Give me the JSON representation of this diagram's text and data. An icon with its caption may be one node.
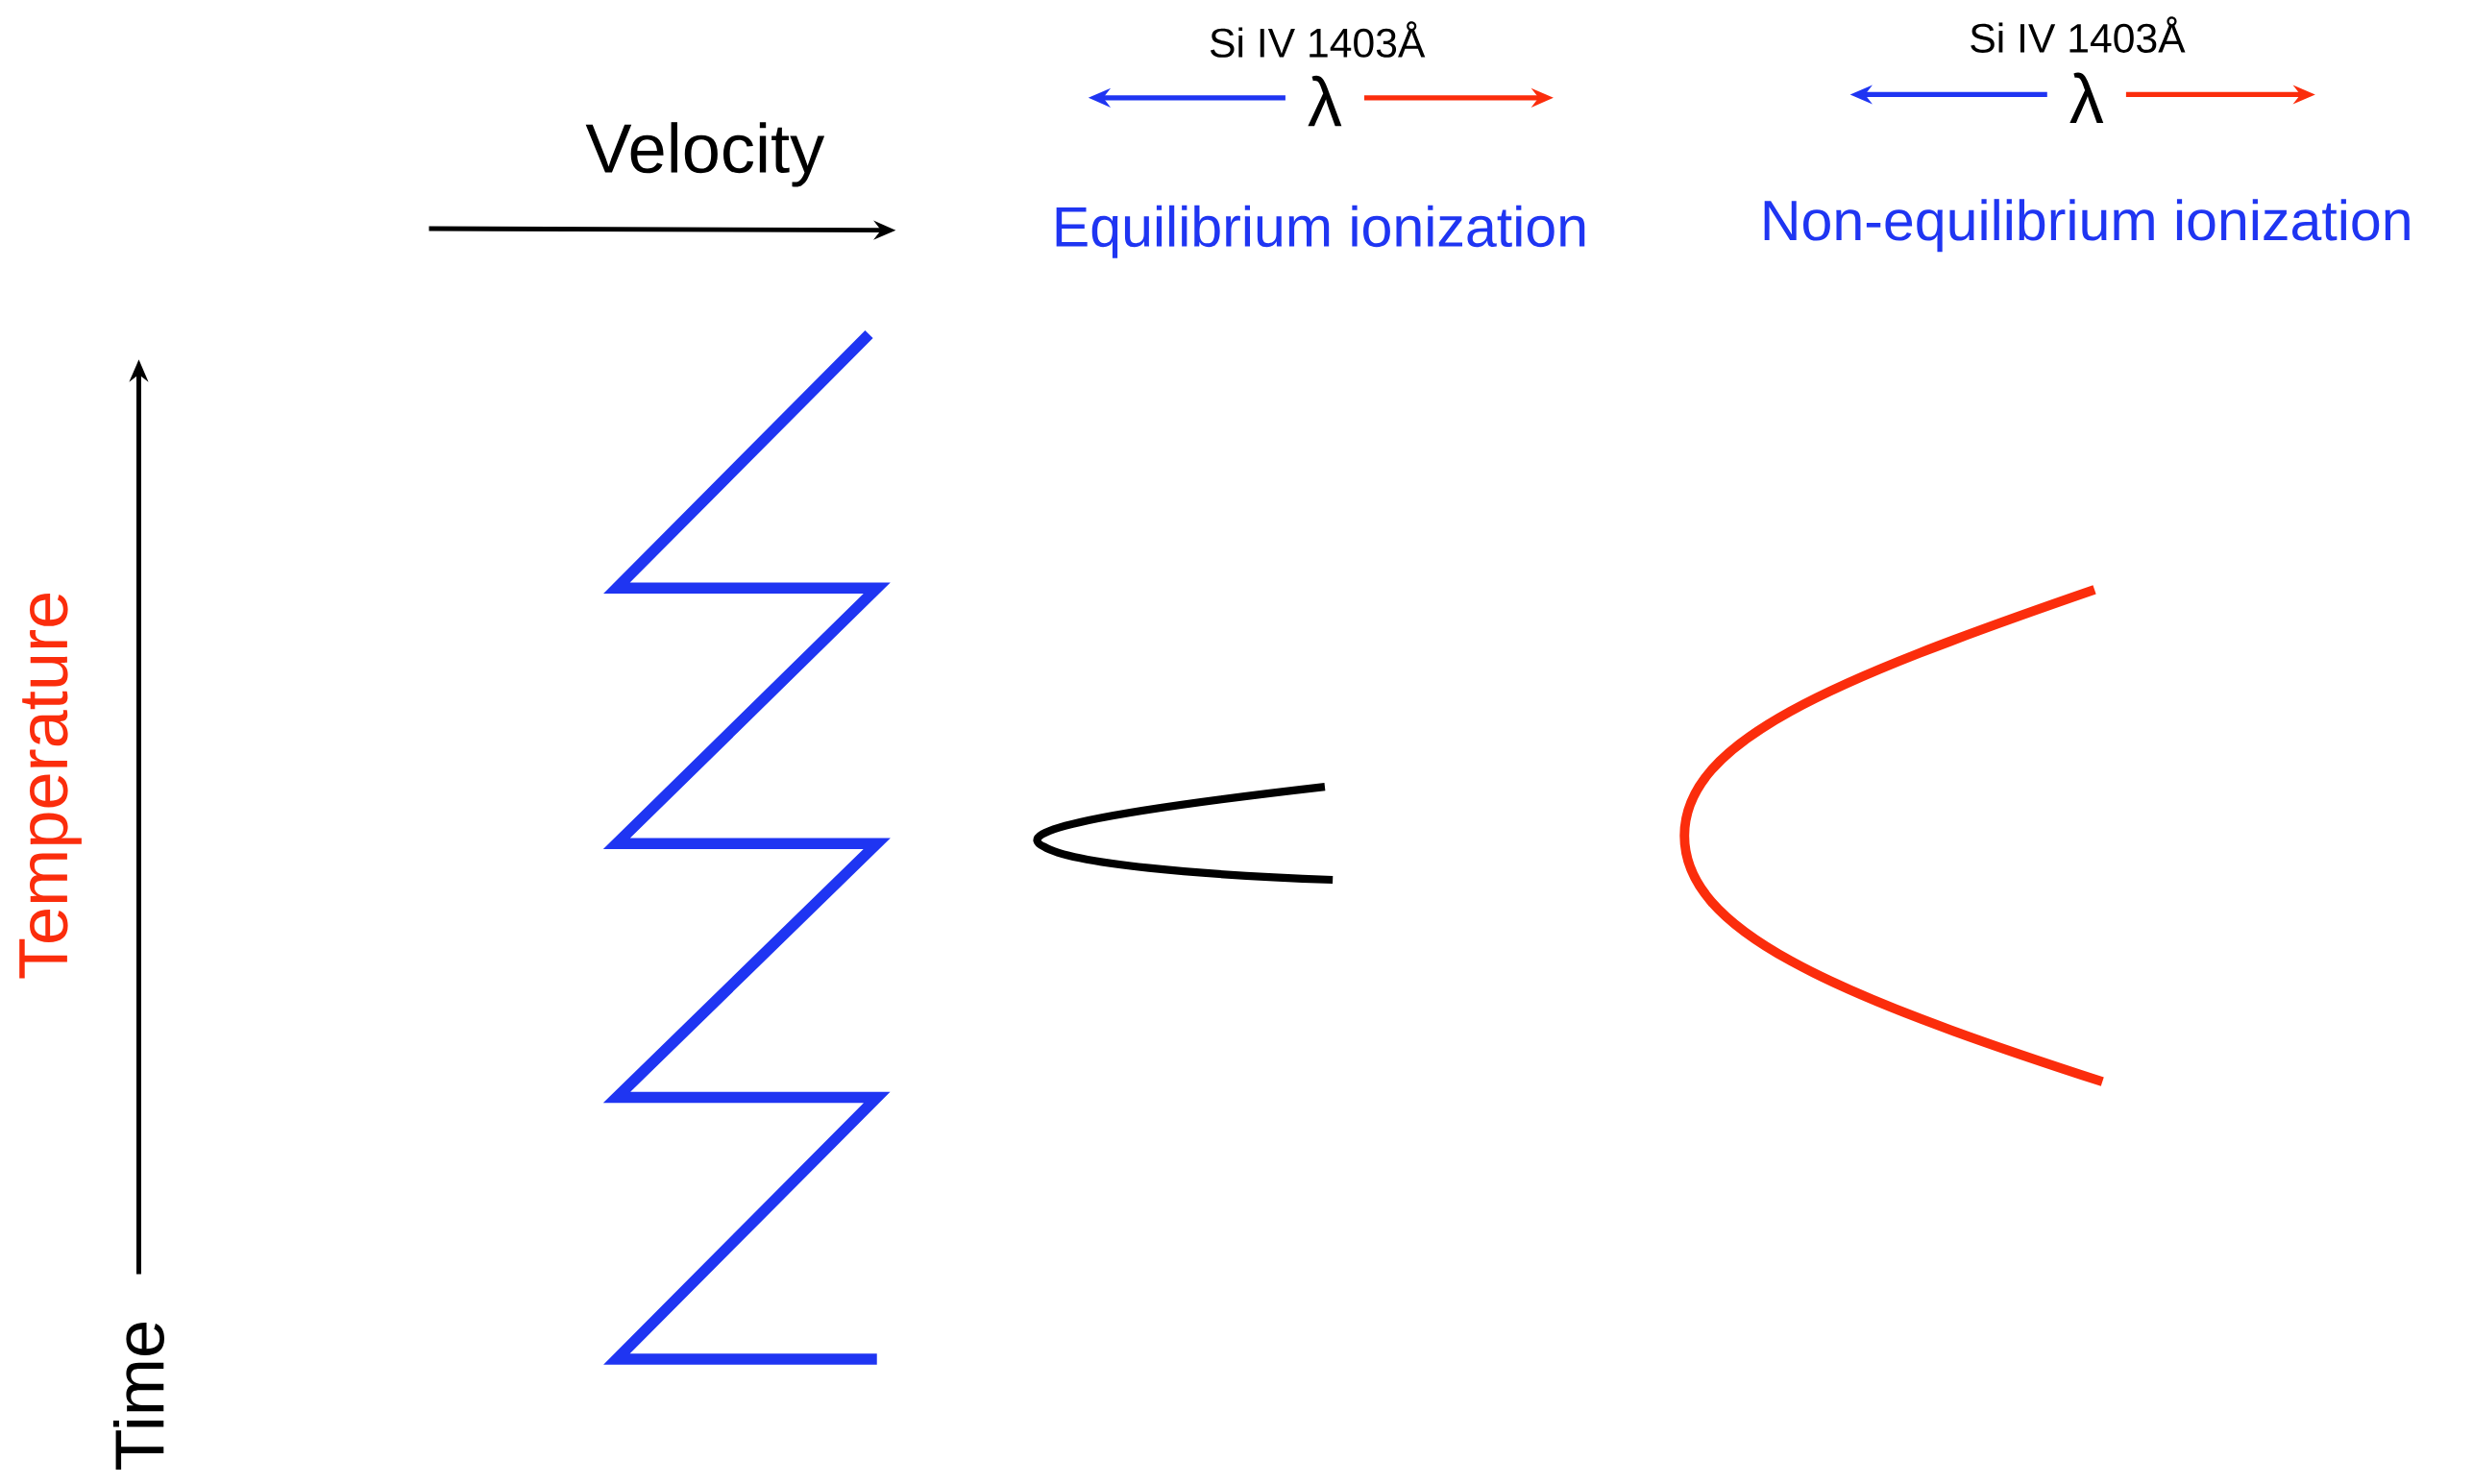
{
  "diagram": {
    "labels": [
      "Si IV 1403Å",
      "Si IV 1403Å",
      "λ",
      "λ",
      "Velocity",
      "Equilibrium ionization",
      "Non-equilibrium ionization",
      "Temperature",
      "Time"
    ]
  }
}
